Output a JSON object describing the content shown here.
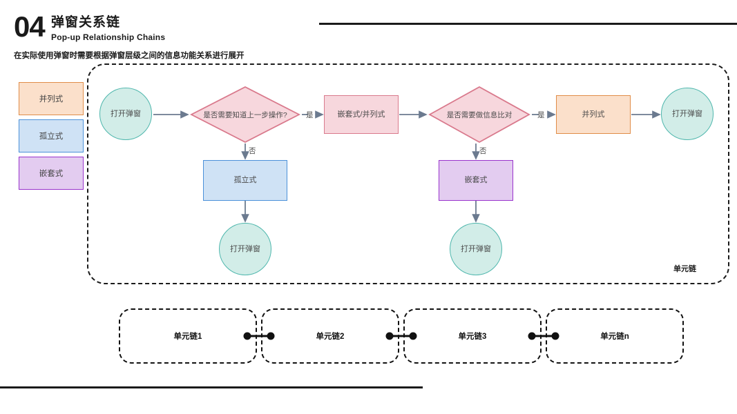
{
  "header": {
    "number": "04",
    "title_cn": "弹窗关系链",
    "title_en": "Pop-up Relationship Chains",
    "subtitle": "在实际使用弹窗时需要根据弹窗层级之间的信息功能关系进行展开"
  },
  "colors": {
    "parallel_fill": "#fbe0cb",
    "parallel_border": "#e08c47",
    "isolated_fill": "#cfe2f5",
    "isolated_border": "#4a90d9",
    "nested_fill": "#e3ccf0",
    "nested_border": "#9932cc",
    "decision_fill": "#f7d7dd",
    "decision_border": "#d9798c",
    "terminal_fill": "#d2ede8",
    "terminal_border": "#4db6ac",
    "connector": "#6b7a8f",
    "rule": "#1a1a1a"
  },
  "legend": {
    "items": [
      {
        "label": "并列式",
        "type": "parallel"
      },
      {
        "label": "孤立式",
        "type": "isolated"
      },
      {
        "label": "嵌套式",
        "type": "nested"
      }
    ]
  },
  "flowchart": {
    "container_label": "单元链",
    "nodes": {
      "start_popup": "打开弹窗",
      "decision_1": "是否需要知道上一步操作?",
      "nested_or_parallel": "嵌套式/并列式",
      "decision_2": "是否需要做信息比对",
      "parallel": "并列式",
      "end_popup": "打开弹窗",
      "isolated": "孤立式",
      "isolated_popup": "打开弹窗",
      "nested": "嵌套式",
      "nested_popup": "打开弹窗"
    },
    "edge_labels": {
      "yes_1": "是",
      "no_1": "否",
      "yes_2": "是",
      "no_2": "否"
    }
  },
  "chain": {
    "segments": [
      {
        "label": "单元链1"
      },
      {
        "label": "单元链2"
      },
      {
        "label": "单元链3"
      },
      {
        "label": "单元链n"
      }
    ]
  }
}
